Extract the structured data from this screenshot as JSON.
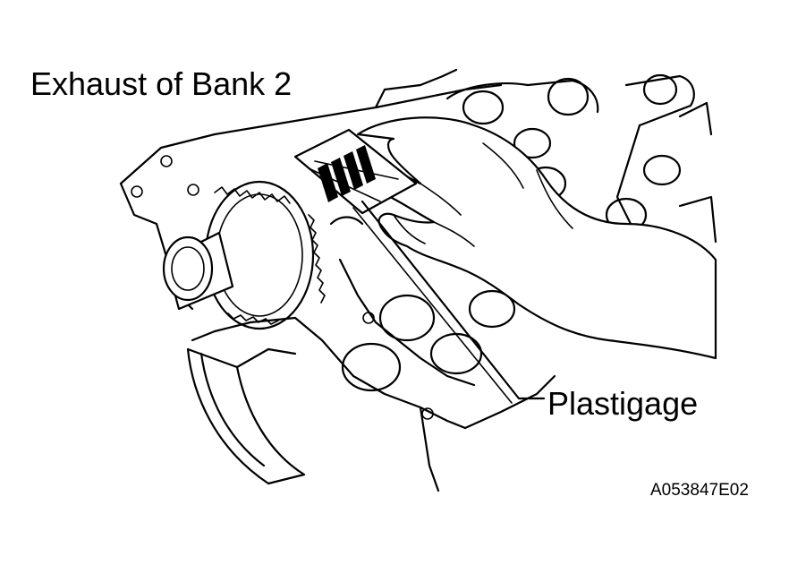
{
  "figure": {
    "title": "Exhaust of Bank 2",
    "callout_label": "Plastigage",
    "figure_id": "A053847E02"
  },
  "colors": {
    "ink": "#000000",
    "background": "#ffffff"
  }
}
